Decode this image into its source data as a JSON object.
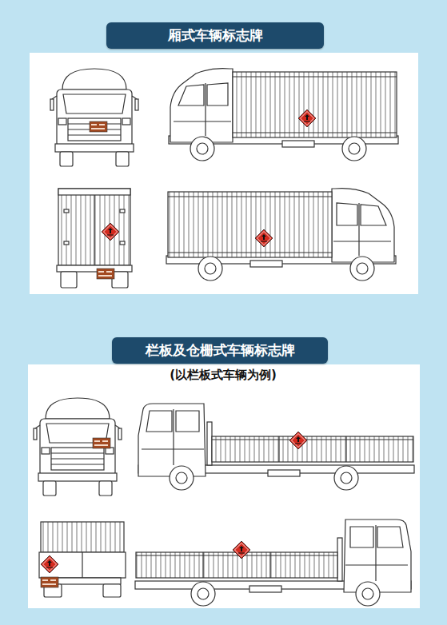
{
  "diagram": {
    "nodes": [
      {
        "text": [
          "厢式车辆标志牌"
        ]
      },
      {
        "text": [
          "栏板及仓栅式车辆标志牌"
        ]
      }
    ],
    "labels": [
      "(以栏板式车辆为例)"
    ]
  }
}
